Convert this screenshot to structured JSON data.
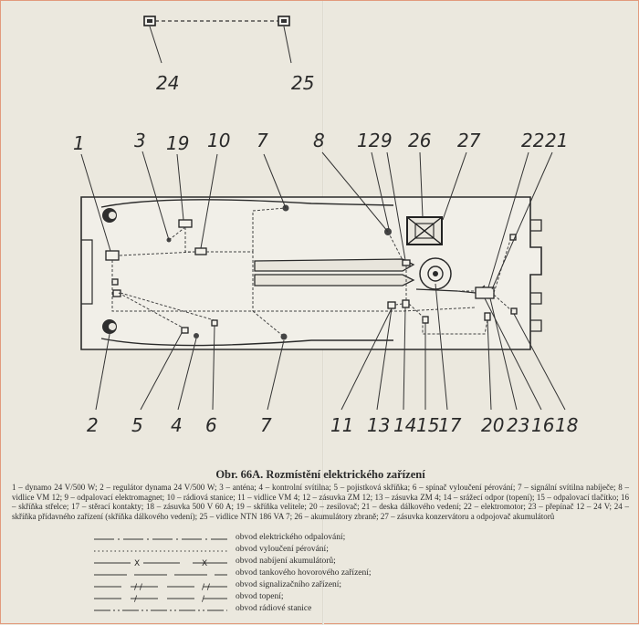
{
  "callouts": {
    "c24": "24",
    "c25": "25",
    "c1": "1",
    "c3": "3",
    "c19": "19",
    "c10": "10",
    "c7a": "7",
    "c8": "8",
    "c12": "12",
    "c9": "9",
    "c26": "26",
    "c27": "27",
    "c22": "22",
    "c21": "21",
    "c2": "2",
    "c5": "5",
    "c4": "4",
    "c6": "6",
    "c7b": "7",
    "c11": "11",
    "c13": "13",
    "c14": "14",
    "c15": "15",
    "c17": "17",
    "c20": "20",
    "c23": "23",
    "c16": "16",
    "c18": "18"
  },
  "caption": "Obr. 66A. Rozmístění elektrického zařízení",
  "legend_items": [
    "1 – dynamo 24 V/500 W;",
    "2 – regulátor dynama 24 V/500 W;",
    "3 – anténa;",
    "4 – kontrolní svítilna;",
    "5 – pojistková skříňka;",
    "6 – spínač vyloučení pérování;",
    "7 – signální svítilna nabíječe;",
    "8 – vidlice VM 12;",
    "9 – odpalovací elektromagnet;",
    "10 – rádiová stanice;",
    "11 – vidlice VM 4;",
    "12 – zásuvka ZM 12;",
    "13 – zásuvka ZM 4;",
    "14 – srážecí odpor (topení);",
    "15 – odpalovací tlačítko;",
    "16 – skříňka střelce;",
    "17 – stěrací kontakty;",
    "18 – zásuvka 500 V 60 A;",
    "19 – skříňka velitele;",
    "20 – zesilovač;",
    "21 – deska dálkového vedení;",
    "22 – elektromotor;",
    "23 – přepínač 12 – 24 V;",
    "24 – skříňka přídavného zařízení (skříňka dálkového vedení);",
    "25 – vidlice NTN 186 VA 7;",
    "26 – akumulátory zbraně;",
    "27 – zásuvka konzervátoru a odpojovač akumulátorů"
  ],
  "line_keys": [
    {
      "label": "obvod elektrického odpalování;",
      "sample": "dashdot"
    },
    {
      "label": "obvod vyloučení pérování;",
      "sample": "dotted"
    },
    {
      "label": "obvod nabíjení akumulátorů;",
      "sample": "x",
      "marker": "X"
    },
    {
      "label": "obvod tankového hovorového zařízení;",
      "sample": "longdash"
    },
    {
      "label": "obvod signalizačního zařízení;",
      "sample": "doublebar",
      "marker": "/ /"
    },
    {
      "label": "obvod topení;",
      "sample": "bar",
      "marker": "/"
    },
    {
      "label": "obvod rádiové stanice",
      "sample": "dashdotdot"
    }
  ]
}
